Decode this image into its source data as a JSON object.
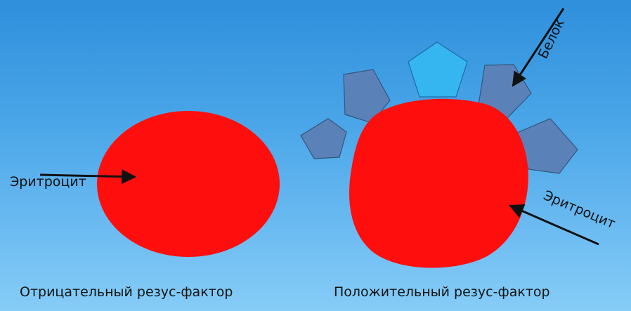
{
  "labels": {
    "erythrocyte_left": "Эритроцит",
    "erythrocyte_right": "Эритроцит",
    "protein": "Белок"
  },
  "captions": {
    "negative": "Отрицательный резус-фактор",
    "positive": "Положительный резус-фактор"
  },
  "colors": {
    "background_top": "#2f8fdc",
    "background_bottom": "#86cdf7",
    "erythrocyte": "#ff0e0e",
    "protein": "#5b82b8",
    "protein_highlight": "#35b6f0",
    "outline": "#33557f",
    "arrow": "#111111"
  }
}
